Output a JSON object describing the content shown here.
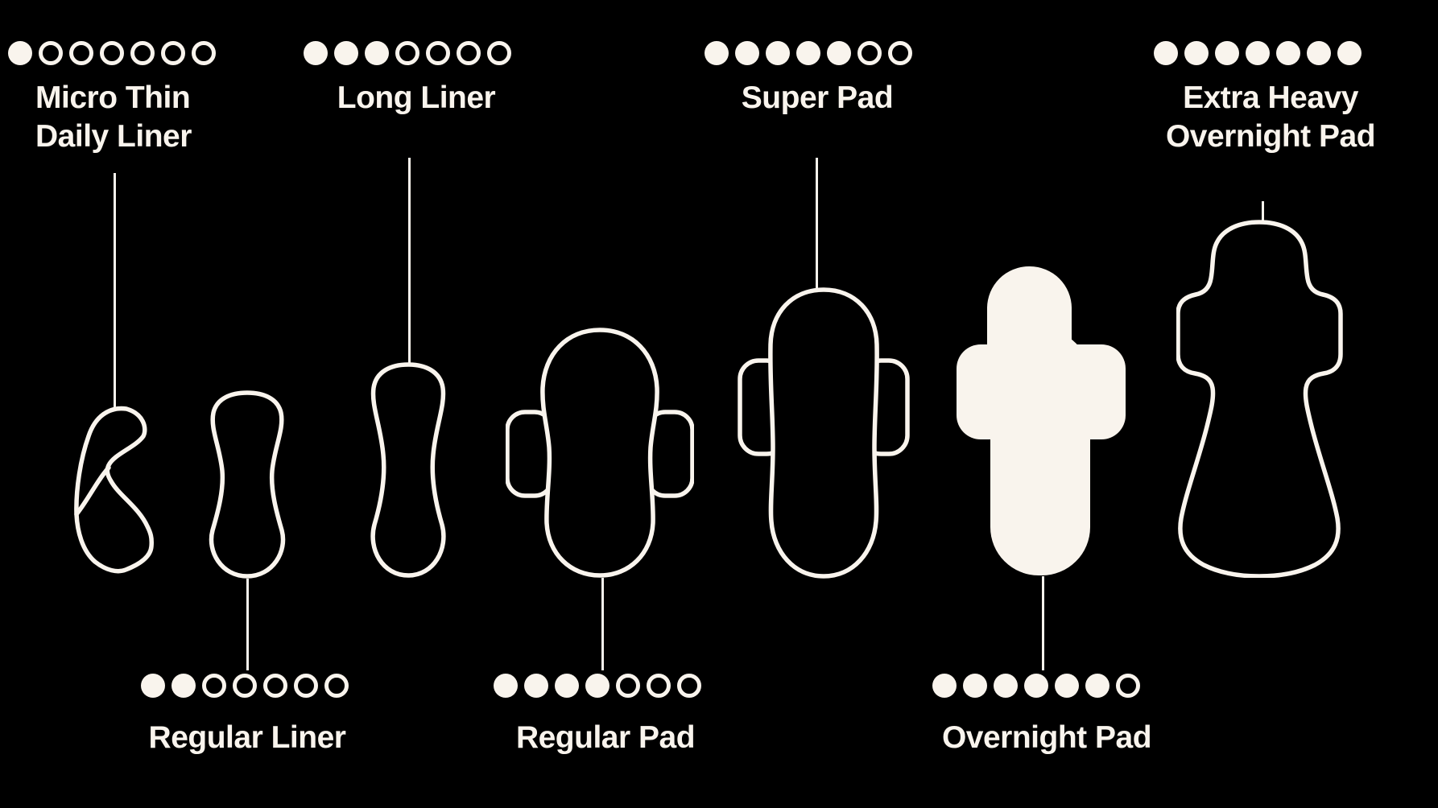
{
  "colors": {
    "background": "#000000",
    "ink": "#F9F4ED"
  },
  "scale_max": 7,
  "products": [
    {
      "name": "Micro Thin Daily Liner",
      "label_lines": [
        "Micro Thin",
        "Daily Liner"
      ],
      "absorbency": 1,
      "label_position": "top",
      "shape": "folded-liner",
      "style": "outline"
    },
    {
      "name": "Regular Liner",
      "label_lines": [
        "Regular Liner"
      ],
      "absorbency": 2,
      "label_position": "bottom",
      "shape": "liner",
      "style": "outline"
    },
    {
      "name": "Long Liner",
      "label_lines": [
        "Long Liner"
      ],
      "absorbency": 3,
      "label_position": "top",
      "shape": "long-liner",
      "style": "outline"
    },
    {
      "name": "Regular Pad",
      "label_lines": [
        "Regular Pad"
      ],
      "absorbency": 4,
      "label_position": "bottom",
      "shape": "winged-pad",
      "style": "outline"
    },
    {
      "name": "Super Pad",
      "label_lines": [
        "Super Pad"
      ],
      "absorbency": 5,
      "label_position": "top",
      "shape": "winged-pad-large",
      "style": "outline"
    },
    {
      "name": "Overnight Pad",
      "label_lines": [
        "Overnight Pad"
      ],
      "absorbency": 6,
      "label_position": "bottom",
      "shape": "winged-pad-wide",
      "style": "filled"
    },
    {
      "name": "Extra Heavy Overnight Pad",
      "label_lines": [
        "Extra Heavy",
        "Overnight Pad"
      ],
      "absorbency": 7,
      "label_position": "top",
      "shape": "winged-flared-pad",
      "style": "outline"
    }
  ]
}
